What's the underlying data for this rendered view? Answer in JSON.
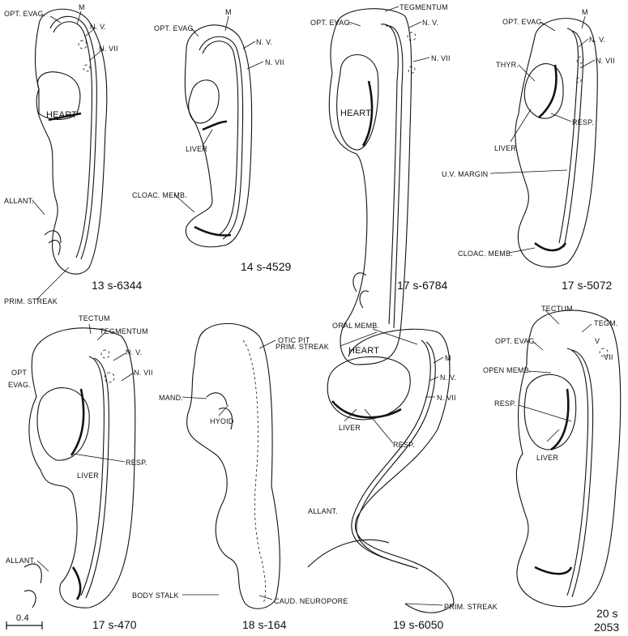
{
  "panels": [
    {
      "caption": "13 s-6344",
      "labels": {
        "opt_evag": "OPT. EVAG.",
        "m": "M",
        "nv": "N. V.",
        "nvii": "N. VII",
        "heart": "HEART",
        "allant": "ALLANT.",
        "prim_streak": "PRIM. STREAK"
      }
    },
    {
      "caption": "14 s-4529",
      "labels": {
        "opt_evag": "OPT. EVAG.",
        "m": "M",
        "nv": "N. V.",
        "nvii": "N. VII",
        "liver": "LIVER",
        "cloac_memb": "CLOAC. MEMB."
      }
    },
    {
      "caption": "17 s-6784",
      "labels": {
        "opt_evag": "OPT. EVAG.",
        "tegmentum": "TEGMENTUM",
        "nv": "N. V.",
        "nvii": "N. VII",
        "heart": "HEART",
        "prim_streak": "PRIM. STREAK"
      }
    },
    {
      "caption": "17 s-5072",
      "labels": {
        "opt_evag": "OPT. EVAG.",
        "m": "M",
        "nv": "N. V.",
        "nvii": "N. VII",
        "thyr": "THYR.",
        "liver": "LIVER",
        "resp": "RESP.",
        "uv_margin": "U.V. MARGIN",
        "cloac_memb": "CLOAC. MEMB."
      }
    },
    {
      "caption": "17 s-470",
      "labels": {
        "tectum": "TECTUM",
        "tegmentum": "TEGMENTUM",
        "nv": "N. V.",
        "nvii": "N. VII",
        "opt": "OPT",
        "evag": "EVAG.",
        "resp": "RESP.",
        "liver": "LIVER",
        "allant": "ALLANT."
      }
    },
    {
      "caption": "18 s-164",
      "labels": {
        "otic_pit": "OTIC PIT",
        "mand": "MAND.",
        "hyoid": "HYOID",
        "body_stalk": "BODY STALK",
        "caud_neuropore": "CAUD. NEUROPORE"
      }
    },
    {
      "caption": "19 s-6050",
      "labels": {
        "oral_memb": "ORAL MEMB.",
        "heart": "HEART",
        "m": "M",
        "nv": "N. V.",
        "nvii": "N. VII",
        "liver": "LIVER",
        "resp": "RESP.",
        "allant": "ALLANT.",
        "prim_streak": "PRIM. STREAK"
      }
    },
    {
      "caption_line1": "20 s",
      "caption_line2": "2053",
      "labels": {
        "tectum": "TECTUM",
        "tegm": "TEGM.",
        "v": "V",
        "vii": "VII",
        "opt_evag": "OPT. EVAG.",
        "open_memb": "OPEN MEMB.",
        "resp": "RESP.",
        "liver": "LIVER"
      }
    }
  ],
  "scale_bar": {
    "label": "0.4"
  }
}
